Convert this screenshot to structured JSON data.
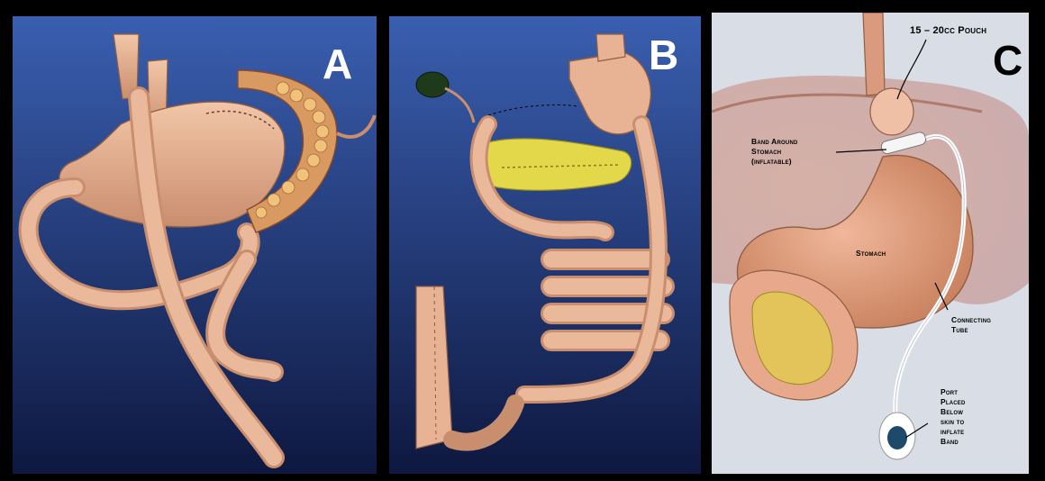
{
  "panels": {
    "a": {
      "letter": "A"
    },
    "b": {
      "letter": "B"
    },
    "c": {
      "letter": "C",
      "pouch_label": "15 – 20cc Pouch",
      "band_label": [
        "Band Around",
        "Stomach",
        "(inflatable)"
      ],
      "stomach_label": "Stomach",
      "tube_label": [
        "Connecting",
        "Tube"
      ],
      "port_label": [
        "Port",
        "Placed",
        "Below",
        "skin to",
        "inflate",
        "Band"
      ]
    }
  },
  "colors": {
    "panel_bg_top": "#3a5fb0",
    "panel_bg_bottom": "#0e1840",
    "panel_c_bg": "#d9dde6",
    "tissue": "#e8b294",
    "tissue_dark": "#b98062",
    "pancreas": "#e2d84a",
    "gallbladder": "#1f3a1a"
  }
}
